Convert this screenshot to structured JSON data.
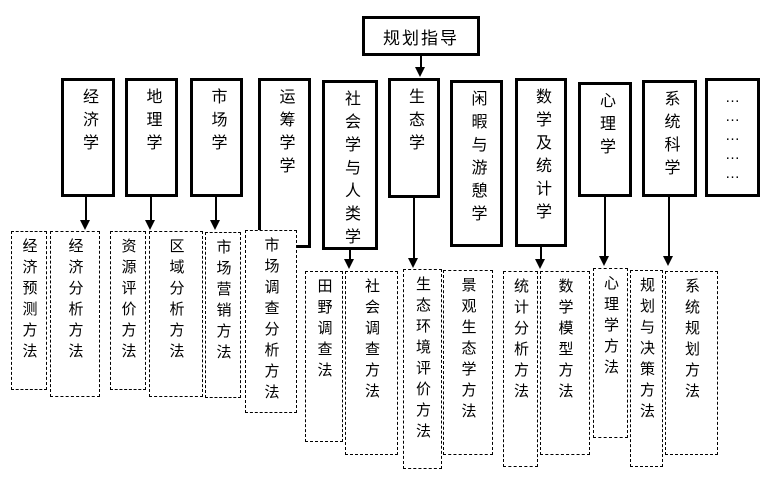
{
  "root_box": {
    "label": "规划指导"
  },
  "disciplines": [
    {
      "label": "经济学"
    },
    {
      "label": "地理学"
    },
    {
      "label": "市场学"
    },
    {
      "label": "运筹学学"
    },
    {
      "label": "社会学与人类学"
    },
    {
      "label": "生态学"
    },
    {
      "label": "闲暇与游憩学"
    },
    {
      "label": "数学及统计学"
    },
    {
      "label": "心理学"
    },
    {
      "label": "系统科学"
    },
    {
      "label": "……………"
    }
  ],
  "methods": [
    {
      "label": "经济预测方法"
    },
    {
      "label": "经济分析方法"
    },
    {
      "label": "资源评价方法"
    },
    {
      "label": "区域分析方法"
    },
    {
      "label": "市场营销方法"
    },
    {
      "label": "市场调查分析方法"
    },
    {
      "label": "田野调查法"
    },
    {
      "label": "社会调查方法"
    },
    {
      "label": "生态环境评价方法"
    },
    {
      "label": "景观生态学方法"
    },
    {
      "label": "统计分析方法"
    },
    {
      "label": "数学模型方法"
    },
    {
      "label": "心理学方法"
    },
    {
      "label": "规划与决策方法"
    },
    {
      "label": "系统规划方法"
    }
  ],
  "colors": {
    "line": "#000000",
    "background": "#ffffff"
  }
}
